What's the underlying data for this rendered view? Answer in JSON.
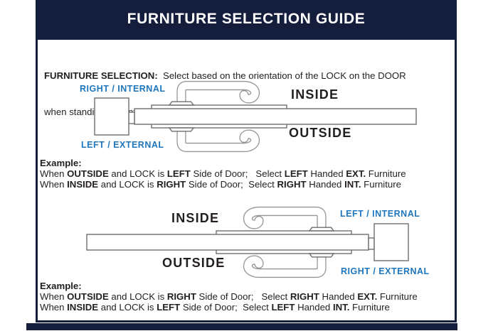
{
  "colors": {
    "navy": "#151d3c",
    "blue": "#1e76bd",
    "ink": "#231f20",
    "outline": "#6d6e71",
    "outline_light": "#939598",
    "paper": "#ffffff"
  },
  "header": {
    "title": "FURNITURE SELECTION GUIDE"
  },
  "intro": {
    "lead": "FURNITURE SELECTION:",
    "line1_rest": "  Select based on the orientation of the LOCK on the DOOR",
    "line2": "when standing in front of it."
  },
  "diagram1": {
    "handing_top": "RIGHT / INTERNAL",
    "handing_bottom": "LEFT / EXTERNAL",
    "inside": "INSIDE",
    "outside": "OUTSIDE"
  },
  "example1": {
    "heading": "Example:",
    "line1": [
      "When ",
      "OUTSIDE",
      " and LOCK is ",
      "LEFT",
      " Side of Door;   Select ",
      "LEFT",
      " Handed ",
      "EXT.",
      " Furniture"
    ],
    "line2": [
      "When ",
      "INSIDE",
      " and LOCK is ",
      "RIGHT",
      " Side of Door;  Select ",
      "RIGHT",
      " Handed ",
      "INT.",
      " Furniture"
    ]
  },
  "diagram2": {
    "inside": "INSIDE",
    "outside": "OUTSIDE",
    "handing_top": "LEFT / INTERNAL",
    "handing_bottom": "RIGHT / EXTERNAL"
  },
  "example2": {
    "heading": "Example:",
    "line1": [
      "When ",
      "OUTSIDE",
      " and LOCK is ",
      "RIGHT",
      " Side of Door;   Select ",
      "RIGHT",
      " Handed ",
      "EXT.",
      " Furniture"
    ],
    "line2": [
      "When ",
      "INSIDE",
      " and LOCK is ",
      "LEFT",
      " Side of Door;  Select ",
      "LEFT",
      " Handed ",
      "INT.",
      " Furniture"
    ]
  }
}
